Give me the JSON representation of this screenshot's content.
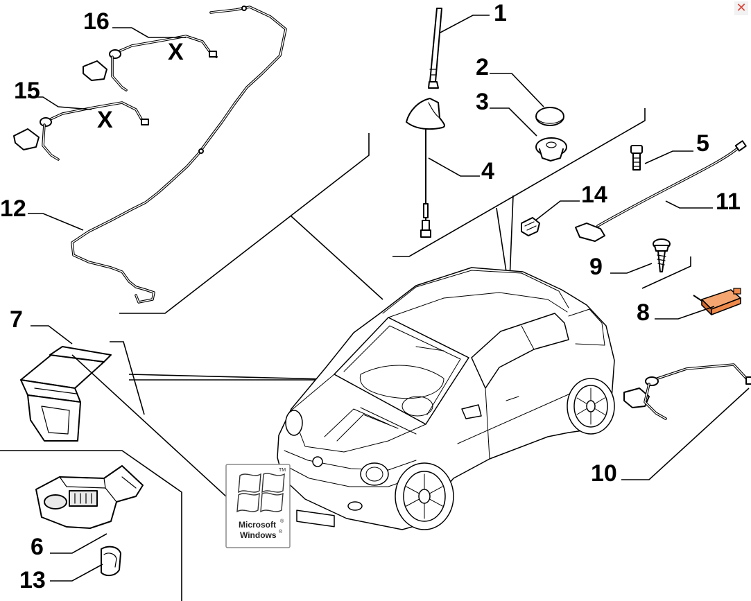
{
  "callouts": {
    "c1": "1",
    "c2": "2",
    "c3": "3",
    "c4": "4",
    "c5": "5",
    "c6": "6",
    "c7": "7",
    "c8": "8",
    "c9": "9",
    "c10": "10",
    "c11": "11",
    "c12": "12",
    "c13": "13",
    "c14": "14",
    "c15": "15",
    "c16": "16"
  },
  "marks": {
    "x15": "X",
    "x16": "X"
  },
  "watermark": {
    "line1": "Microsoft",
    "line2": "Windows",
    "reg": "®",
    "tm": "TM"
  },
  "close_glyph": "✕",
  "colors": {
    "highlight_part": "#f08a4b",
    "lines": "#000000",
    "background": "#ffffff"
  }
}
